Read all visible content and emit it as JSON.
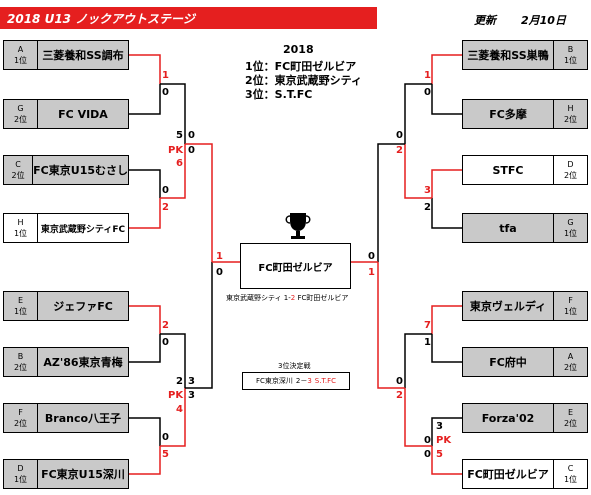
{
  "header": {
    "title": "2018 U13 ノックアウトステージ",
    "update_label": "更新",
    "update_date": "2月10日"
  },
  "results": {
    "year": "2018",
    "first": "1位：FC町田ゼルビア",
    "second": "2位：東京武蔵野シティ",
    "third": "3位：S.T.FC"
  },
  "left_teams": [
    {
      "group": "A",
      "rank": "1位",
      "name": "三菱養和SS調布"
    },
    {
      "group": "G",
      "rank": "2位",
      "name": "FC VIDA"
    },
    {
      "group": "C",
      "rank": "2位",
      "name": "FC東京U15むさし"
    },
    {
      "group": "H",
      "rank": "1位",
      "name": "東京武蔵野シティFC"
    },
    {
      "group": "E",
      "rank": "1位",
      "name": "ジェファFC"
    },
    {
      "group": "B",
      "rank": "2位",
      "name": "AZ'86東京青梅"
    },
    {
      "group": "F",
      "rank": "2位",
      "name": "Branco八王子"
    },
    {
      "group": "D",
      "rank": "1位",
      "name": "FC東京U15深川"
    }
  ],
  "right_teams": [
    {
      "group": "B",
      "rank": "1位",
      "name": "三菱養和SS巣鴨"
    },
    {
      "group": "H",
      "rank": "2位",
      "name": "FC多摩"
    },
    {
      "group": "D",
      "rank": "2位",
      "name": "STFC"
    },
    {
      "group": "G",
      "rank": "1位",
      "name": "tfa"
    },
    {
      "group": "F",
      "rank": "1位",
      "name": "東京ヴェルディ"
    },
    {
      "group": "A",
      "rank": "2位",
      "name": "FC府中"
    },
    {
      "group": "E",
      "rank": "2位",
      "name": "Forza'02"
    },
    {
      "group": "C",
      "rank": "1位",
      "name": "FC町田ゼルビア"
    }
  ],
  "scores": {
    "l_r1_m1_top": "1",
    "l_r1_m1_bot": "0",
    "l_r1_m2_top": "0",
    "l_r1_m2_bot": "2",
    "l_r1_m3_top": "2",
    "l_r1_m3_bot": "0",
    "l_r1_m4_top": "0",
    "l_r1_m4_bot": "5",
    "l_sf1_top": "5",
    "l_sf1_top2": "0",
    "l_sf1_pk": "PK",
    "l_sf1_bot2": "0",
    "l_sf1_bot": "6",
    "l_sf2_top": "2",
    "l_sf2_top2": "3",
    "l_sf2_pk": "PK",
    "l_sf2_bot2": "3",
    "l_sf2_bot": "4",
    "l_final_top": "1",
    "l_final_bot": "0",
    "r_r1_m1_top": "1",
    "r_r1_m1_bot": "0",
    "r_r1_m2_top": "3",
    "r_r1_m2_bot": "2",
    "r_r1_m3_top": "7",
    "r_r1_m3_bot": "1",
    "r_r1_m4_top": "3",
    "r_r1_m4_pk": "PK",
    "r_r1_m4_bot": "5",
    "r_r1_m4_bot2": "0",
    "r_r1_m4_top2": "0",
    "r_sf1_top": "0",
    "r_sf1_bot": "2",
    "r_sf2_top": "0",
    "r_sf2_bot": "2",
    "r_final_top": "0",
    "r_final_bot": "1"
  },
  "final": {
    "winner": "FC町田ゼルビア",
    "caption_left": "東京武蔵野シティ 1-",
    "caption_red": "2",
    "caption_right": " FC町田ゼルビア"
  },
  "third_place": {
    "label": "3位決定戦",
    "team_a": "FC東京深川",
    "score": "2－",
    "score_red": "3",
    "team_b": "S.T.FC"
  },
  "colors": {
    "accent": "#e51f1f",
    "gray_box": "#c9c9c9"
  }
}
